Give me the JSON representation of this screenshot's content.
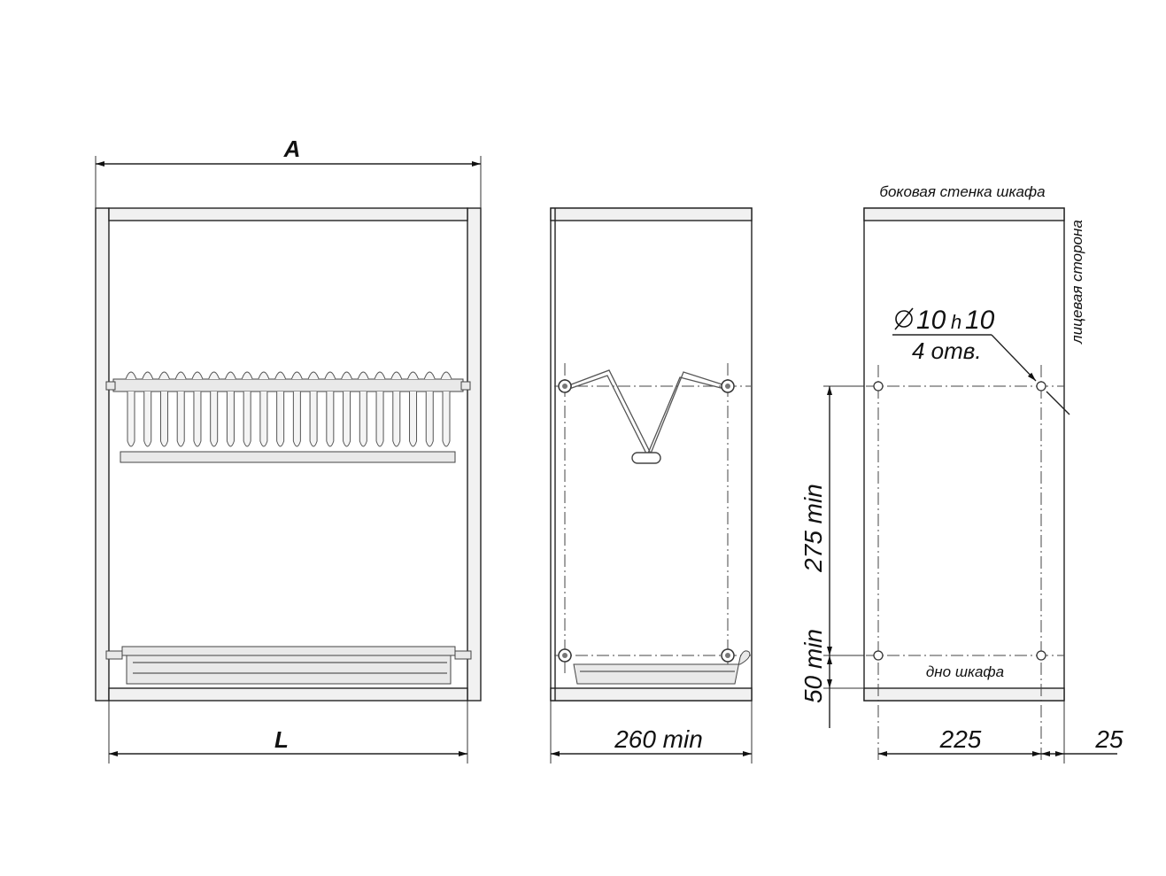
{
  "drawing": {
    "front_view": {
      "width_label": "A",
      "inner_width_label": "L"
    },
    "side_view": {
      "depth_label": "260 min"
    },
    "mount_view": {
      "side_wall_label": "боковая стенка шкафа",
      "face_side_label": "лицевая сторона",
      "hole_diameter_label": "10",
      "hole_tolerance_label": "h10",
      "hole_count_label": "4 отв.",
      "vertical_spacing_label": "275 min",
      "bottom_offset_label": "50 min",
      "bottom_label": "дно шкафа",
      "horizontal_spacing_label": "225",
      "edge_offset_label": "25"
    }
  }
}
